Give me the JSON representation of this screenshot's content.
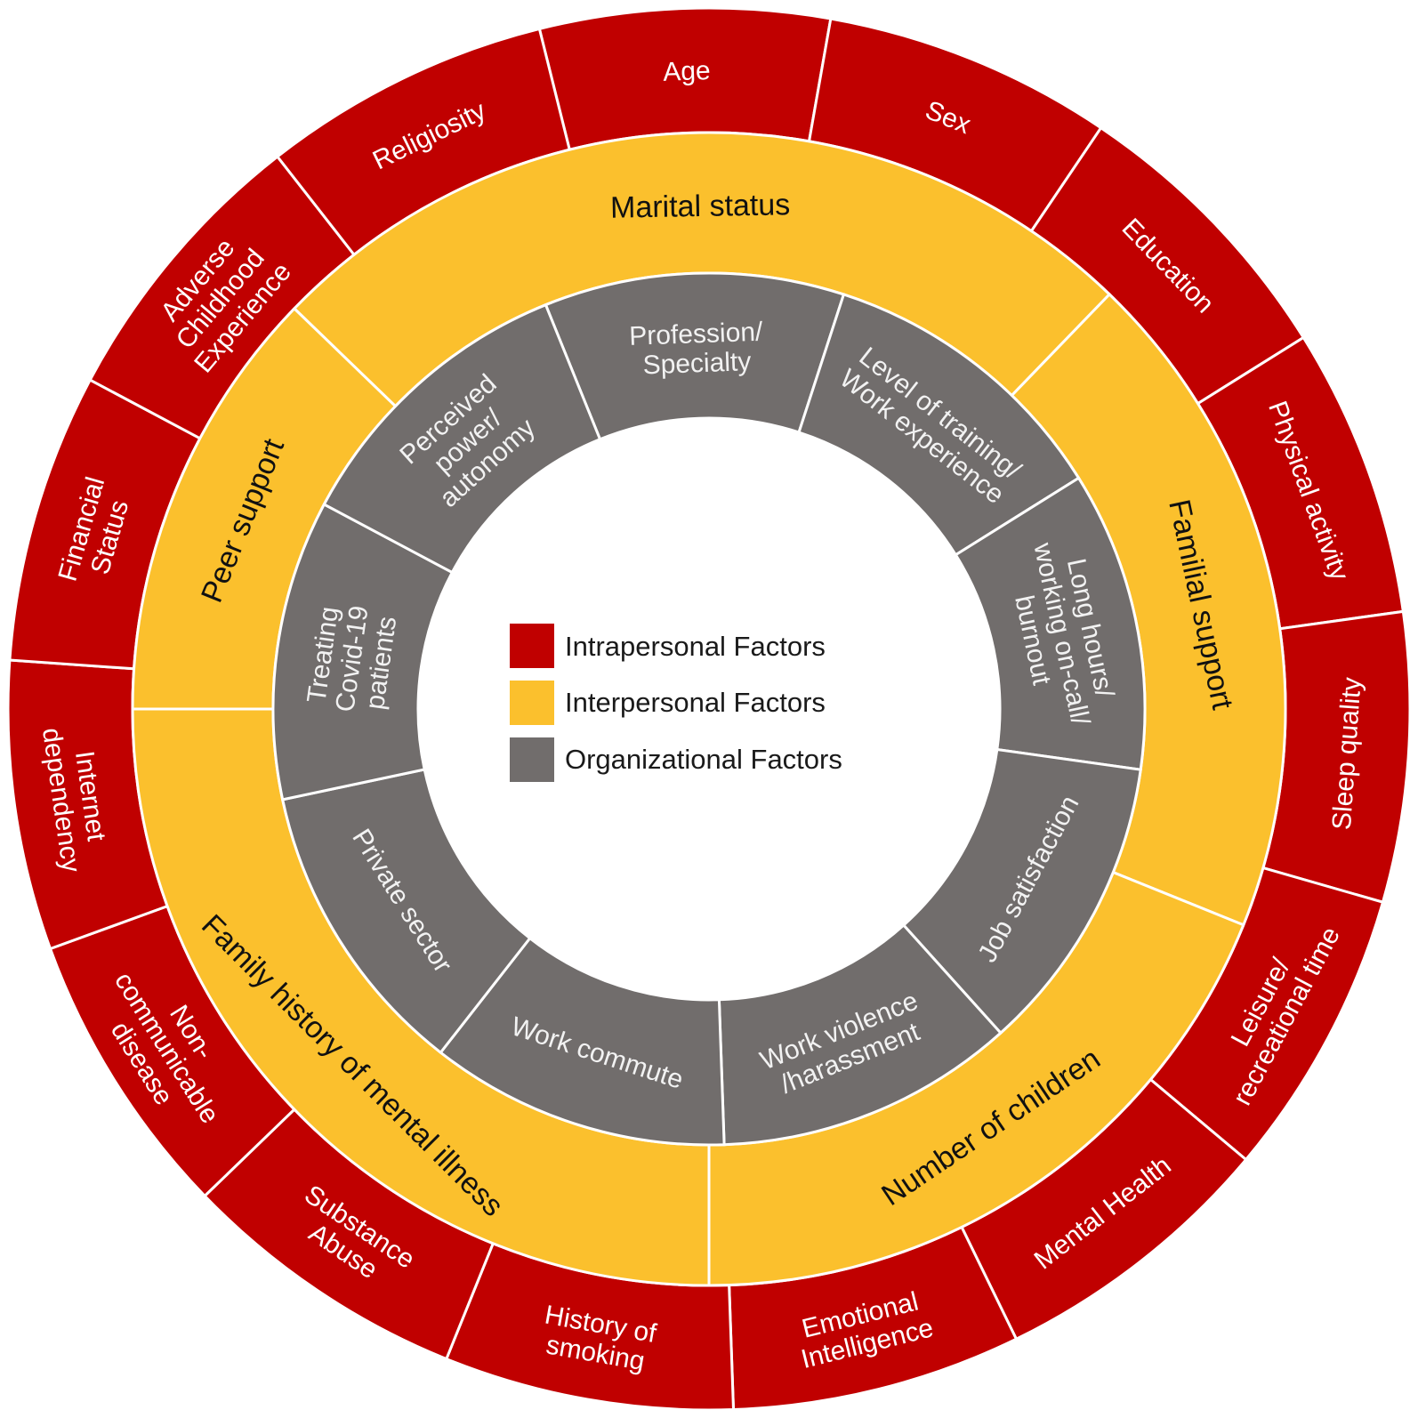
{
  "colors": {
    "intrapersonal": "#C00000",
    "interpersonal": "#FBC02D",
    "organizational": "#716D6C",
    "divider": "#ffffff"
  },
  "legend": {
    "intrapersonal": "Intrapersonal Factors",
    "interpersonal": "Interpersonal Factors",
    "organizational": "Organizational Factors"
  },
  "rings": {
    "intrapersonal": [
      {
        "lines": [
          "Age"
        ]
      },
      {
        "lines": [
          "Sex"
        ]
      },
      {
        "lines": [
          "Education"
        ]
      },
      {
        "lines": [
          "Physical activity"
        ]
      },
      {
        "lines": [
          "Sleep quality"
        ]
      },
      {
        "lines": [
          "Leisure/",
          "recreational time"
        ]
      },
      {
        "lines": [
          "Mental Health"
        ]
      },
      {
        "lines": [
          "Emotional",
          "Intelligence"
        ]
      },
      {
        "lines": [
          "History of",
          "smoking"
        ]
      },
      {
        "lines": [
          "Substance",
          "Abuse"
        ]
      },
      {
        "lines": [
          "Non-",
          "communicable",
          "disease"
        ]
      },
      {
        "lines": [
          "Internet",
          "dependency"
        ]
      },
      {
        "lines": [
          "Financial",
          "Status"
        ]
      },
      {
        "lines": [
          "Adverse",
          "Childhood",
          "Experience"
        ]
      },
      {
        "lines": [
          "Religiosity"
        ]
      }
    ],
    "interpersonal": [
      {
        "lines": [
          "Marital status"
        ]
      },
      {
        "lines": [
          "Familial support"
        ]
      },
      {
        "lines": [
          "Number of children"
        ]
      },
      {
        "lines": [
          "Family history of mental illness"
        ]
      },
      {
        "lines": [
          "Peer support"
        ]
      }
    ],
    "organizational": [
      {
        "lines": [
          "Profession/",
          "Specialty"
        ]
      },
      {
        "lines": [
          "Level of training/",
          "Work experience"
        ]
      },
      {
        "lines": [
          "Long hours/",
          "working on-call/",
          "burnout"
        ]
      },
      {
        "lines": [
          "Job satisfaction"
        ]
      },
      {
        "lines": [
          "Work violence",
          "/harassment"
        ]
      },
      {
        "lines": [
          "Work commute"
        ]
      },
      {
        "lines": [
          "Private sector"
        ]
      },
      {
        "lines": [
          "Treating",
          "Covid-19",
          "patients"
        ]
      },
      {
        "lines": [
          "Perceived",
          "power/",
          "autonomy"
        ]
      }
    ]
  }
}
